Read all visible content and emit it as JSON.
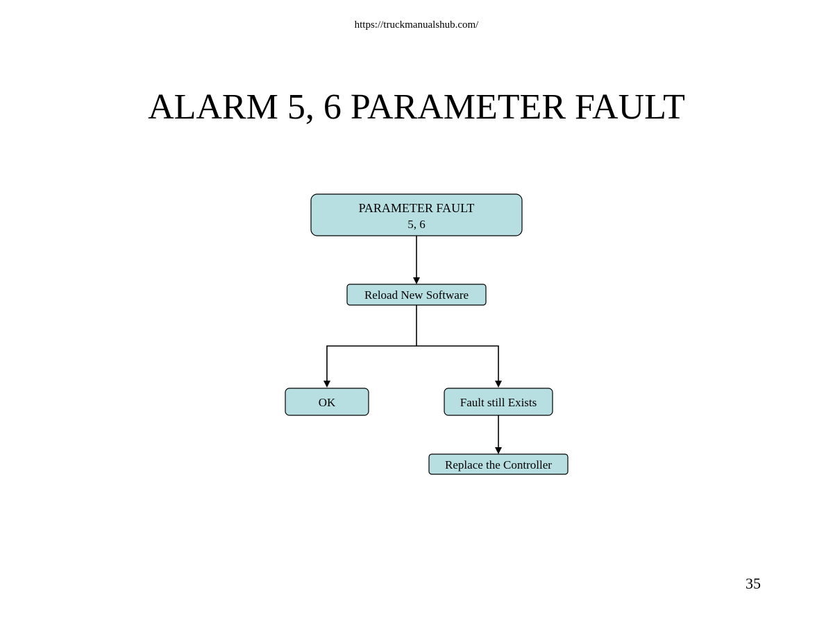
{
  "header": {
    "url": "https://truckmanualshub.com/"
  },
  "slide": {
    "title": "ALARM 5, 6 PARAMETER FAULT",
    "page_number": "35"
  },
  "flowchart": {
    "box_fill": "#b7dfe2",
    "nodes": {
      "parameter_fault": {
        "line1": "PARAMETER FAULT",
        "line2": "5, 6"
      },
      "reload_software": "Reload New Software",
      "ok": "OK",
      "fault_exists": "Fault still Exists",
      "replace_controller": "Replace the Controller"
    }
  }
}
